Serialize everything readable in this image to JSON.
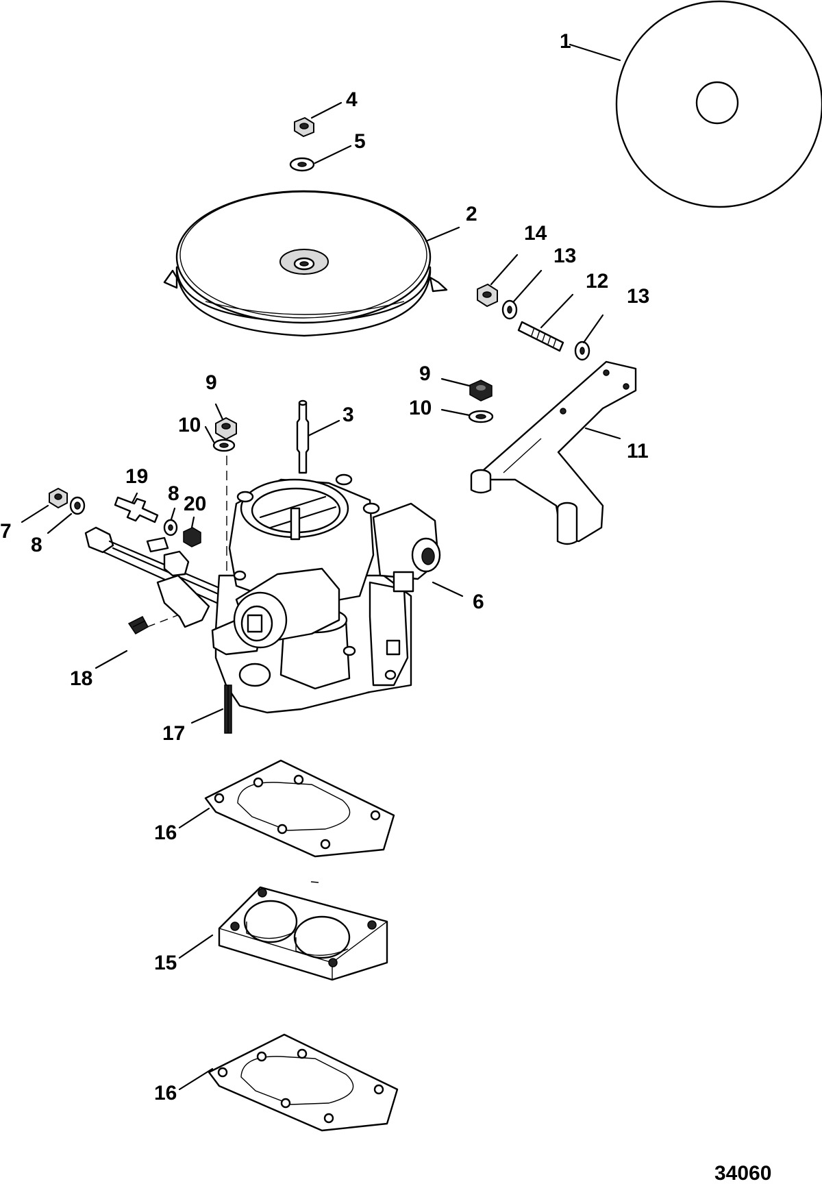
{
  "drawing_number": "34060",
  "callouts": [
    {
      "id": "c1",
      "text": "1"
    },
    {
      "id": "c2",
      "text": "2"
    },
    {
      "id": "c3",
      "text": "3"
    },
    {
      "id": "c4",
      "text": "4"
    },
    {
      "id": "c5",
      "text": "5"
    },
    {
      "id": "c6",
      "text": "6"
    },
    {
      "id": "c7",
      "text": "7"
    },
    {
      "id": "c8a",
      "text": "8"
    },
    {
      "id": "c8b",
      "text": "8"
    },
    {
      "id": "c9a",
      "text": "9"
    },
    {
      "id": "c9b",
      "text": "9"
    },
    {
      "id": "c10a",
      "text": "10"
    },
    {
      "id": "c10b",
      "text": "10"
    },
    {
      "id": "c11",
      "text": "11"
    },
    {
      "id": "c12",
      "text": "12"
    },
    {
      "id": "c13a",
      "text": "13"
    },
    {
      "id": "c13b",
      "text": "13"
    },
    {
      "id": "c14",
      "text": "14"
    },
    {
      "id": "c15",
      "text": "15"
    },
    {
      "id": "c16a",
      "text": "16"
    },
    {
      "id": "c16b",
      "text": "16"
    },
    {
      "id": "c17",
      "text": "17"
    },
    {
      "id": "c18",
      "text": "18"
    },
    {
      "id": "c19",
      "text": "19"
    },
    {
      "id": "c20",
      "text": "20"
    }
  ]
}
